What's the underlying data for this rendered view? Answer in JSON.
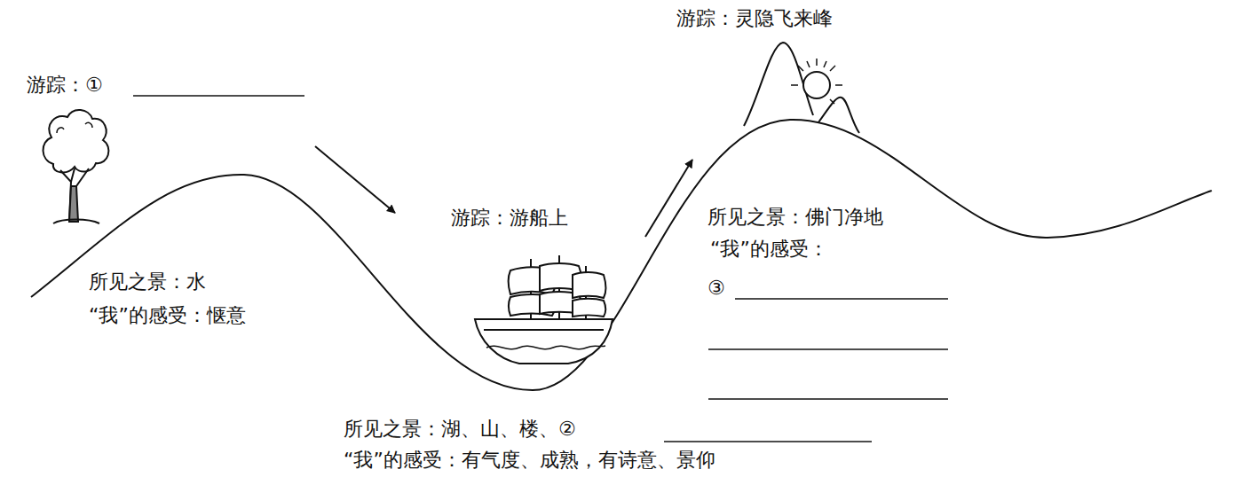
{
  "diagram": {
    "labels": [
      "游踪：①",
      "所见之景：水",
      "“我”的感受：惬意",
      "游踪：游船上",
      "所见之景：湖、山、楼、②",
      "“我”的感受：有气度、成熟，有诗意、景仰",
      "游踪：灵隐飞来峰",
      "所见之景：佛门净地",
      "“我”的感受：",
      "③"
    ]
  }
}
